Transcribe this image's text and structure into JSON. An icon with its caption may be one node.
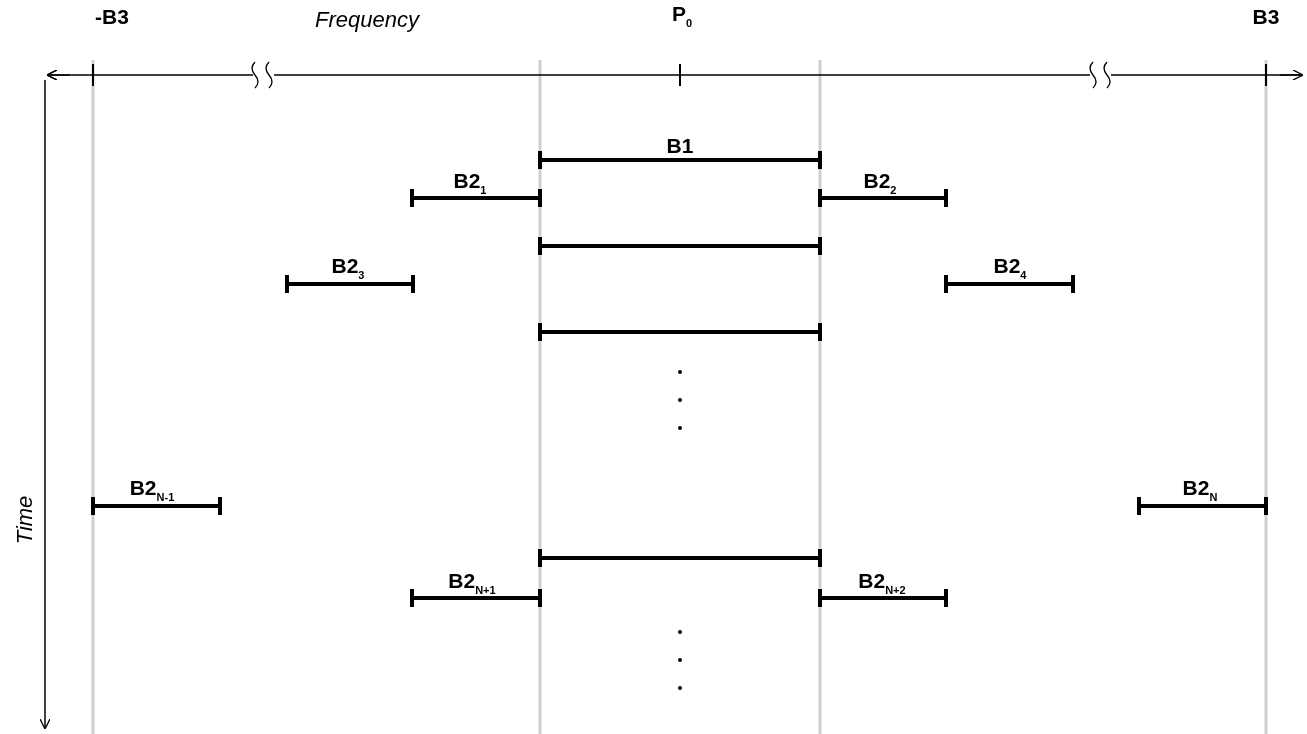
{
  "diagram": {
    "labels": [
      "-B3",
      "P$_{0}$",
      "B3",
      "Frequency",
      "B1",
      "B2$_{1}$",
      "B2$_{2}$",
      "B2$_{3}$",
      "B2$_{4}$",
      "B2$_{N-1}$",
      "B2$_{N}$",
      "B2$_{N+1}$",
      "B2$_{N+2}$",
      "Time"
    ]
  }
}
